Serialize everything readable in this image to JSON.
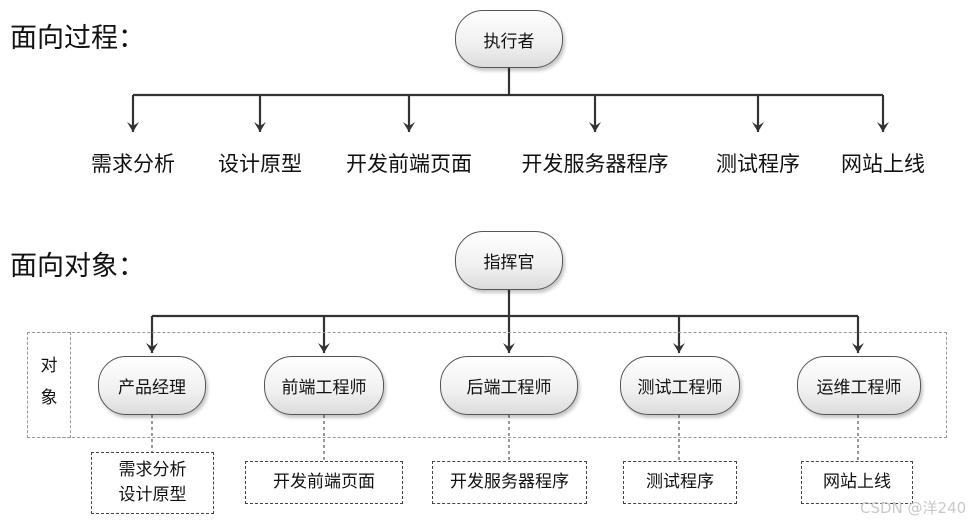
{
  "procedural": {
    "heading": "面向过程：",
    "root": "执行者",
    "steps": [
      "需求分析",
      "设计原型",
      "开发前端页面",
      "开发服务器程序",
      "测试程序",
      "网站上线"
    ]
  },
  "object_oriented": {
    "heading": "面向对象：",
    "root": "指挥官",
    "group_label": [
      "对",
      "象"
    ],
    "objects": [
      {
        "name": "产品经理",
        "tasks": [
          "需求分析",
          "设计原型"
        ]
      },
      {
        "name": "前端工程师",
        "tasks": [
          "开发前端页面"
        ]
      },
      {
        "name": "后端工程师",
        "tasks": [
          "开发服务器程序"
        ]
      },
      {
        "name": "测试工程师",
        "tasks": [
          "测试程序"
        ]
      },
      {
        "name": "运维工程师",
        "tasks": [
          "网站上线"
        ]
      }
    ]
  },
  "watermark": "CSDN @洋240"
}
